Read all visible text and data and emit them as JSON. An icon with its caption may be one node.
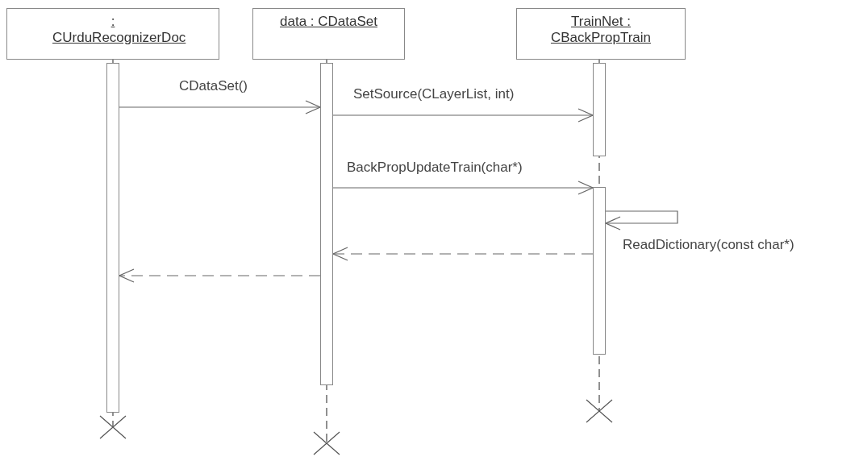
{
  "diagram": {
    "nodes": [
      {
        "text": [
          ": CUrduRecognizerDoc"
        ]
      },
      {
        "text": [
          "data : CDataSet"
        ]
      },
      {
        "text": [
          "TrainNet : CBackPropTrain"
        ]
      },
      {
        "text": [],
        "shape": "bar"
      },
      {
        "text": [],
        "shape": "bar"
      },
      {
        "text": [],
        "shape": "bar"
      },
      {
        "text": [],
        "shape": "bar"
      }
    ],
    "edges": [
      {
        "from": 3,
        "to": 4,
        "arrow": "to",
        "label": "CDataSet()"
      },
      {
        "from": 4,
        "to": 5,
        "arrow": "to",
        "label": "SetSource(CLayerList, int)"
      },
      {
        "from": 4,
        "to": 6,
        "arrow": "to",
        "label": "BackPropUpdateTrain(char*)"
      },
      {
        "from": 6,
        "to": 6,
        "arrow": "to",
        "label": "ReadDictionary(const char*)"
      },
      {
        "from": 6,
        "to": 4,
        "arrow": "to",
        "style": "dashed"
      },
      {
        "from": 4,
        "to": 3,
        "arrow": "to",
        "style": "dashed"
      }
    ]
  }
}
